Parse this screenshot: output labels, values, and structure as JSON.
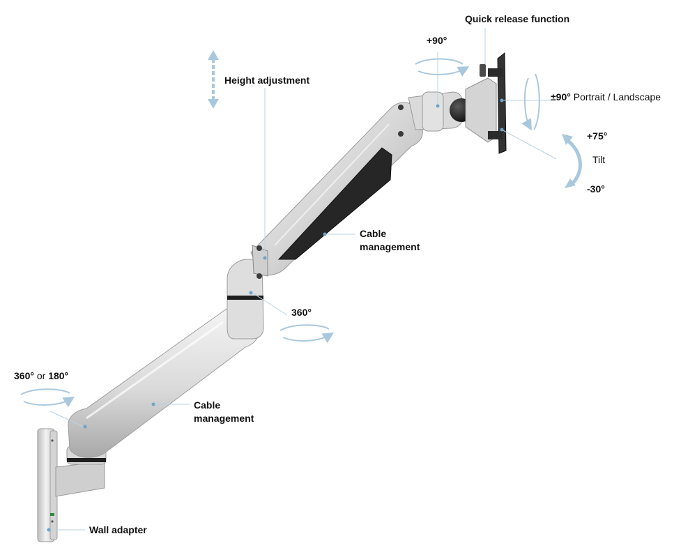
{
  "labels": {
    "quick_release": "Quick release function",
    "plus90": "+90°",
    "height_adjustment": "Height adjustment",
    "portrait_value": "±90°",
    "portrait_text": "Portrait / Landscape",
    "tilt_plus": "+75°",
    "tilt": "Tilt",
    "tilt_minus": "-30°",
    "cable_mgmt_upper_1": "Cable",
    "cable_mgmt_upper_2": "management",
    "rot360_mid": "360°",
    "rot360_left": "360°",
    "or": "or",
    "rot180_left": "180°",
    "cable_mgmt_lower_1": "Cable",
    "cable_mgmt_lower_2": "management",
    "wall_adapter": "Wall adapter"
  },
  "colors": {
    "arrow_blue": "#a9c8de",
    "leader_line": "#b9d3e3",
    "arm_silver": "#dcdcdc",
    "arm_shadow": "#9f9f9f",
    "cable_cover": "#2a2a2a",
    "text": "#111111"
  }
}
